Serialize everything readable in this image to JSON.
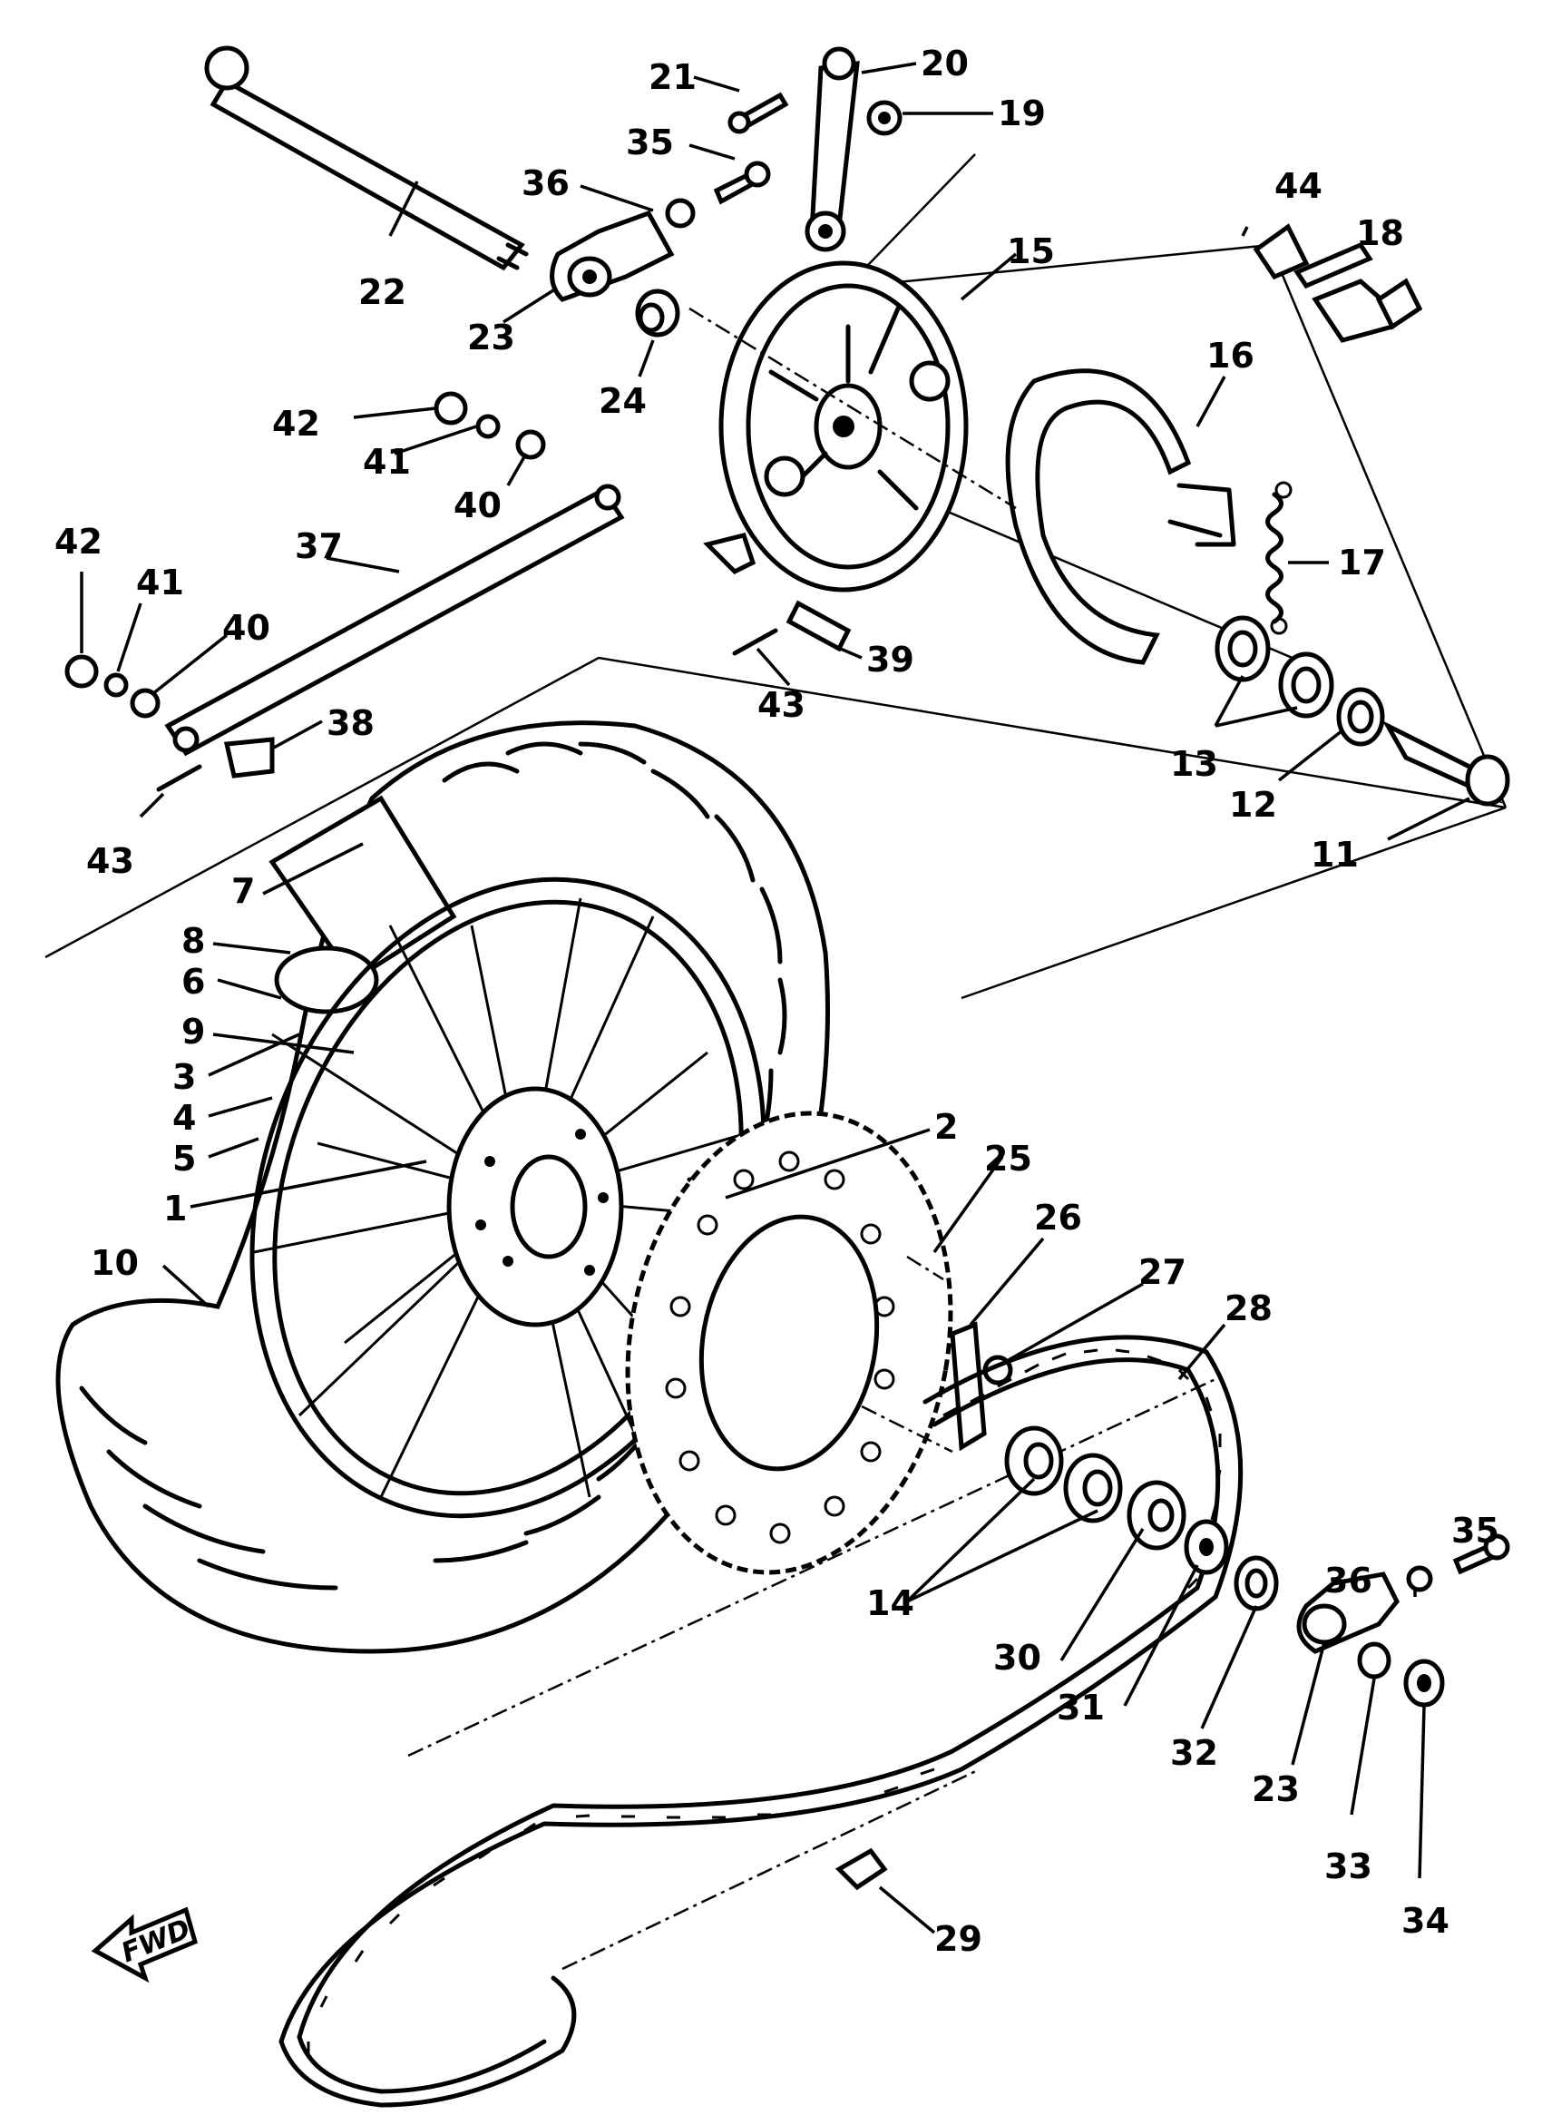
{
  "diagram": {
    "type": "exploded-parts-view",
    "direction_marker": "FWD",
    "callouts": [
      {
        "id": "c1",
        "label": "1"
      },
      {
        "id": "c2",
        "label": "2"
      },
      {
        "id": "c3",
        "label": "3"
      },
      {
        "id": "c4",
        "label": "4"
      },
      {
        "id": "c5",
        "label": "5"
      },
      {
        "id": "c6",
        "label": "6"
      },
      {
        "id": "c7",
        "label": "7"
      },
      {
        "id": "c8",
        "label": "8"
      },
      {
        "id": "c9",
        "label": "9"
      },
      {
        "id": "c10",
        "label": "10"
      },
      {
        "id": "c11",
        "label": "11"
      },
      {
        "id": "c12",
        "label": "12"
      },
      {
        "id": "c13",
        "label": "13"
      },
      {
        "id": "c14",
        "label": "14"
      },
      {
        "id": "c15",
        "label": "15"
      },
      {
        "id": "c16",
        "label": "16"
      },
      {
        "id": "c17",
        "label": "17"
      },
      {
        "id": "c18",
        "label": "18"
      },
      {
        "id": "c19",
        "label": "19"
      },
      {
        "id": "c20",
        "label": "20"
      },
      {
        "id": "c21",
        "label": "21"
      },
      {
        "id": "c22",
        "label": "22"
      },
      {
        "id": "c23a",
        "label": "23"
      },
      {
        "id": "c23b",
        "label": "23"
      },
      {
        "id": "c24",
        "label": "24"
      },
      {
        "id": "c25",
        "label": "25"
      },
      {
        "id": "c26",
        "label": "26"
      },
      {
        "id": "c27",
        "label": "27"
      },
      {
        "id": "c28",
        "label": "28"
      },
      {
        "id": "c29",
        "label": "29"
      },
      {
        "id": "c30",
        "label": "30"
      },
      {
        "id": "c31",
        "label": "31"
      },
      {
        "id": "c32",
        "label": "32"
      },
      {
        "id": "c33",
        "label": "33"
      },
      {
        "id": "c34",
        "label": "34"
      },
      {
        "id": "c35a",
        "label": "35"
      },
      {
        "id": "c35b",
        "label": "35"
      },
      {
        "id": "c36a",
        "label": "36"
      },
      {
        "id": "c36b",
        "label": "36"
      },
      {
        "id": "c37",
        "label": "37"
      },
      {
        "id": "c38",
        "label": "38"
      },
      {
        "id": "c39",
        "label": "39"
      },
      {
        "id": "c40a",
        "label": "40"
      },
      {
        "id": "c40b",
        "label": "40"
      },
      {
        "id": "c41a",
        "label": "41"
      },
      {
        "id": "c41b",
        "label": "41"
      },
      {
        "id": "c42a",
        "label": "42"
      },
      {
        "id": "c42b",
        "label": "42"
      },
      {
        "id": "c43a",
        "label": "43"
      },
      {
        "id": "c43b",
        "label": "43"
      },
      {
        "id": "c44",
        "label": "44"
      }
    ]
  }
}
